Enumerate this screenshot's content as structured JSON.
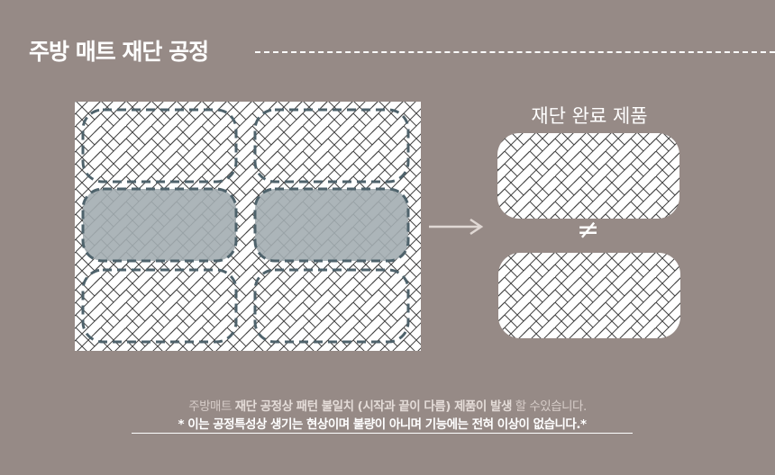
{
  "header": {
    "title": "주방 매트 재단 공정"
  },
  "result": {
    "label": "재단 완료 제품",
    "neq_symbol": "≠"
  },
  "notes": {
    "line1_a": "주방매트 ",
    "line1_b": "재단 공정상 패턴 불일치 (시작과 끝이 다름) 제품이 발생",
    "line1_c": " 할 수있습니다.",
    "line2": "* 이는 공정특성상 생기는 현상이며 불량이  아니며 기능에는  전혀 이상이 없습니다.*"
  },
  "colors": {
    "background": "#968a86",
    "cut_outline": "#4e626b",
    "cut_fill": "#a3adb1"
  }
}
